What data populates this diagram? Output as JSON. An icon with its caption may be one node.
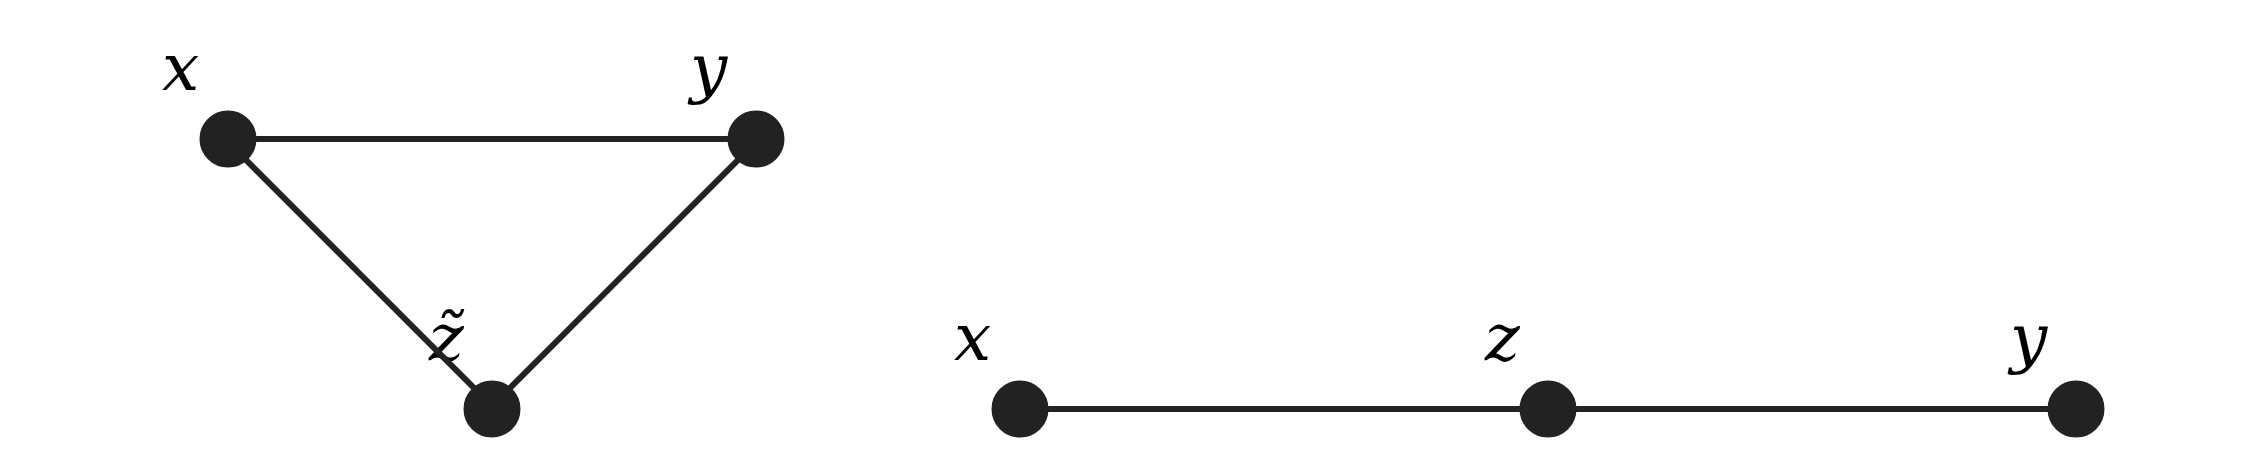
{
  "diagram": {
    "nodes": [
      {
        "text": [],
        "shape": "circle",
        "beside": [
          "x"
        ]
      },
      {
        "text": [],
        "shape": "circle",
        "beside": [
          "z̃"
        ]
      },
      {
        "text": [],
        "shape": "circle",
        "beside": [
          "y"
        ]
      },
      {
        "text": [],
        "shape": "circle",
        "beside": [
          "x"
        ]
      },
      {
        "text": [],
        "shape": "circle",
        "beside": [
          "z"
        ]
      },
      {
        "text": [],
        "shape": "circle",
        "beside": [
          "y"
        ]
      }
    ],
    "edges": [
      {
        "from": 0,
        "to": 1,
        "arrow": "none"
      },
      {
        "from": 1,
        "to": 2,
        "arrow": "none"
      },
      {
        "from": 0,
        "to": 2,
        "arrow": "none"
      },
      {
        "from": 3,
        "to": 4,
        "arrow": "none"
      },
      {
        "from": 4,
        "to": 5,
        "arrow": "none"
      }
    ]
  }
}
